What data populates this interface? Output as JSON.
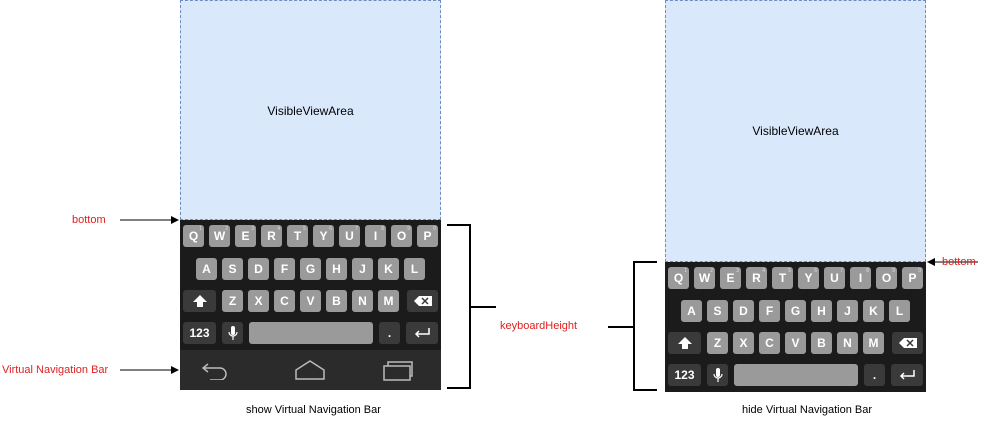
{
  "left": {
    "visible_area_label": "VisibleViewArea",
    "bottom_label": "bottom",
    "nav_bar_label": "Virtual Navigation Bar",
    "caption": "show Virtual Navigation Bar"
  },
  "right": {
    "visible_area_label": "VisibleViewArea",
    "bottom_label": "bottom",
    "caption": "hide Virtual Navigation Bar"
  },
  "keyboard_height_label": "keyboardHeight",
  "keyboard": {
    "row1": [
      "Q",
      "W",
      "E",
      "R",
      "T",
      "Y",
      "U",
      "I",
      "O",
      "P"
    ],
    "row1_numbers": [
      "1",
      "2",
      "3",
      "4",
      "5",
      "6",
      "7",
      "8",
      "9",
      "0"
    ],
    "row2": [
      "A",
      "S",
      "D",
      "F",
      "G",
      "H",
      "J",
      "K",
      "L"
    ],
    "row3": [
      "Z",
      "X",
      "C",
      "V",
      "B",
      "N",
      "M"
    ],
    "numbers_key": "123",
    "period_key": "."
  },
  "colors": {
    "visible_area_fill": "#dae8fc",
    "visible_area_border": "#6c8ebf",
    "keyboard_bg": "#1b1b1b",
    "key_fill": "#9a9a9a",
    "annotation_red": "#e02020"
  }
}
